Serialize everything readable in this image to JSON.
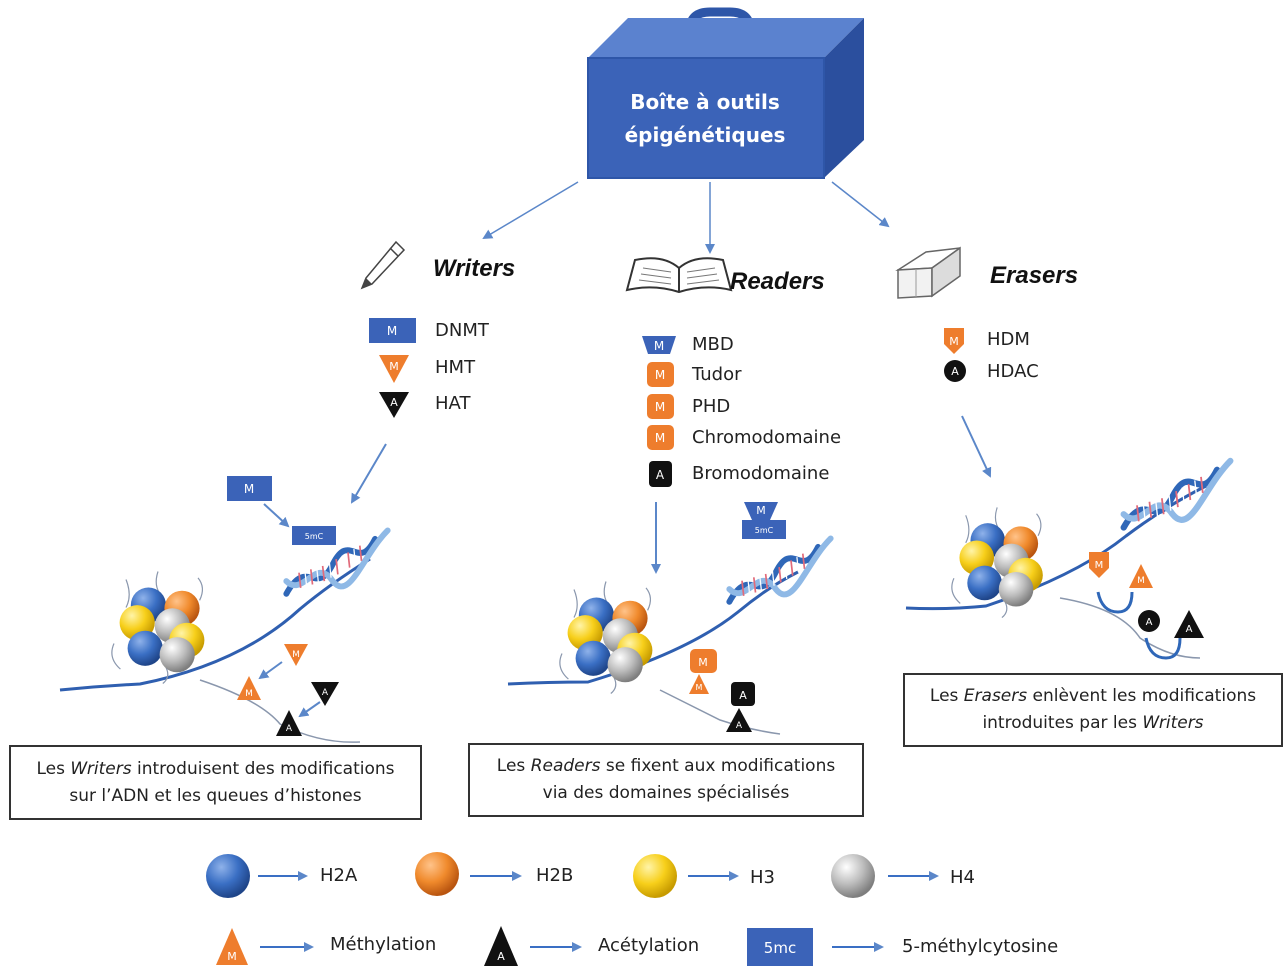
{
  "toolbox": {
    "title_line1": "Boîte à outils",
    "title_line2": "épigénétiques"
  },
  "writers": {
    "heading": "Writers",
    "items": [
      {
        "icon_text": "M",
        "label": "DNMT"
      },
      {
        "icon_text": "M",
        "label": "HMT"
      },
      {
        "icon_text": "A",
        "label": "HAT"
      }
    ],
    "caption": {
      "pre": "Les ",
      "em": "Writers",
      "post": " introduisent des modifications",
      "line2": "sur l’ADN et les queues d’histones"
    }
  },
  "readers": {
    "heading": "Readers",
    "items": [
      {
        "icon_text": "M",
        "label": "MBD"
      },
      {
        "icon_text": "M",
        "label": "Tudor"
      },
      {
        "icon_text": "M",
        "label": "PHD"
      },
      {
        "icon_text": "M",
        "label": "Chromodomaine"
      },
      {
        "icon_text": "A",
        "label": "Bromodomaine"
      }
    ],
    "caption": {
      "pre": "Les ",
      "em": "Readers",
      "post": " se fixent aux modifications",
      "line2": "via des domaines spécialisés"
    }
  },
  "erasers": {
    "heading": "Erasers",
    "items": [
      {
        "icon_text": "M",
        "label": "HDM"
      },
      {
        "icon_text": "A",
        "label": "HDAC"
      }
    ],
    "caption": {
      "pre": "Les ",
      "em": "Erasers",
      "post": " enlèvent les modifications",
      "line2_pre": "introduites par les ",
      "line2_em": "Writers"
    }
  },
  "scene_marks": {
    "m": "M",
    "a": "A",
    "fivemc": "5mC"
  },
  "legend": {
    "histones": [
      {
        "label": "H2A",
        "color": "#3a6fc4"
      },
      {
        "label": "H2B",
        "color": "#f08a2c"
      },
      {
        "label": "H3",
        "color": "#f7cf1a"
      },
      {
        "label": "H4",
        "color": "#b9b9b9"
      }
    ],
    "marks": [
      {
        "symbol": "M",
        "label": "Méthylation"
      },
      {
        "symbol": "A",
        "label": "Acétylation"
      },
      {
        "symbol": "5mc",
        "label": "5-méthylcytosine"
      }
    ]
  },
  "colors": {
    "blue": "#3a6fc4",
    "box_blue": "#3b63b8",
    "orange": "#ee7d2d",
    "black": "#111111",
    "arrow": "#5b87c9"
  }
}
